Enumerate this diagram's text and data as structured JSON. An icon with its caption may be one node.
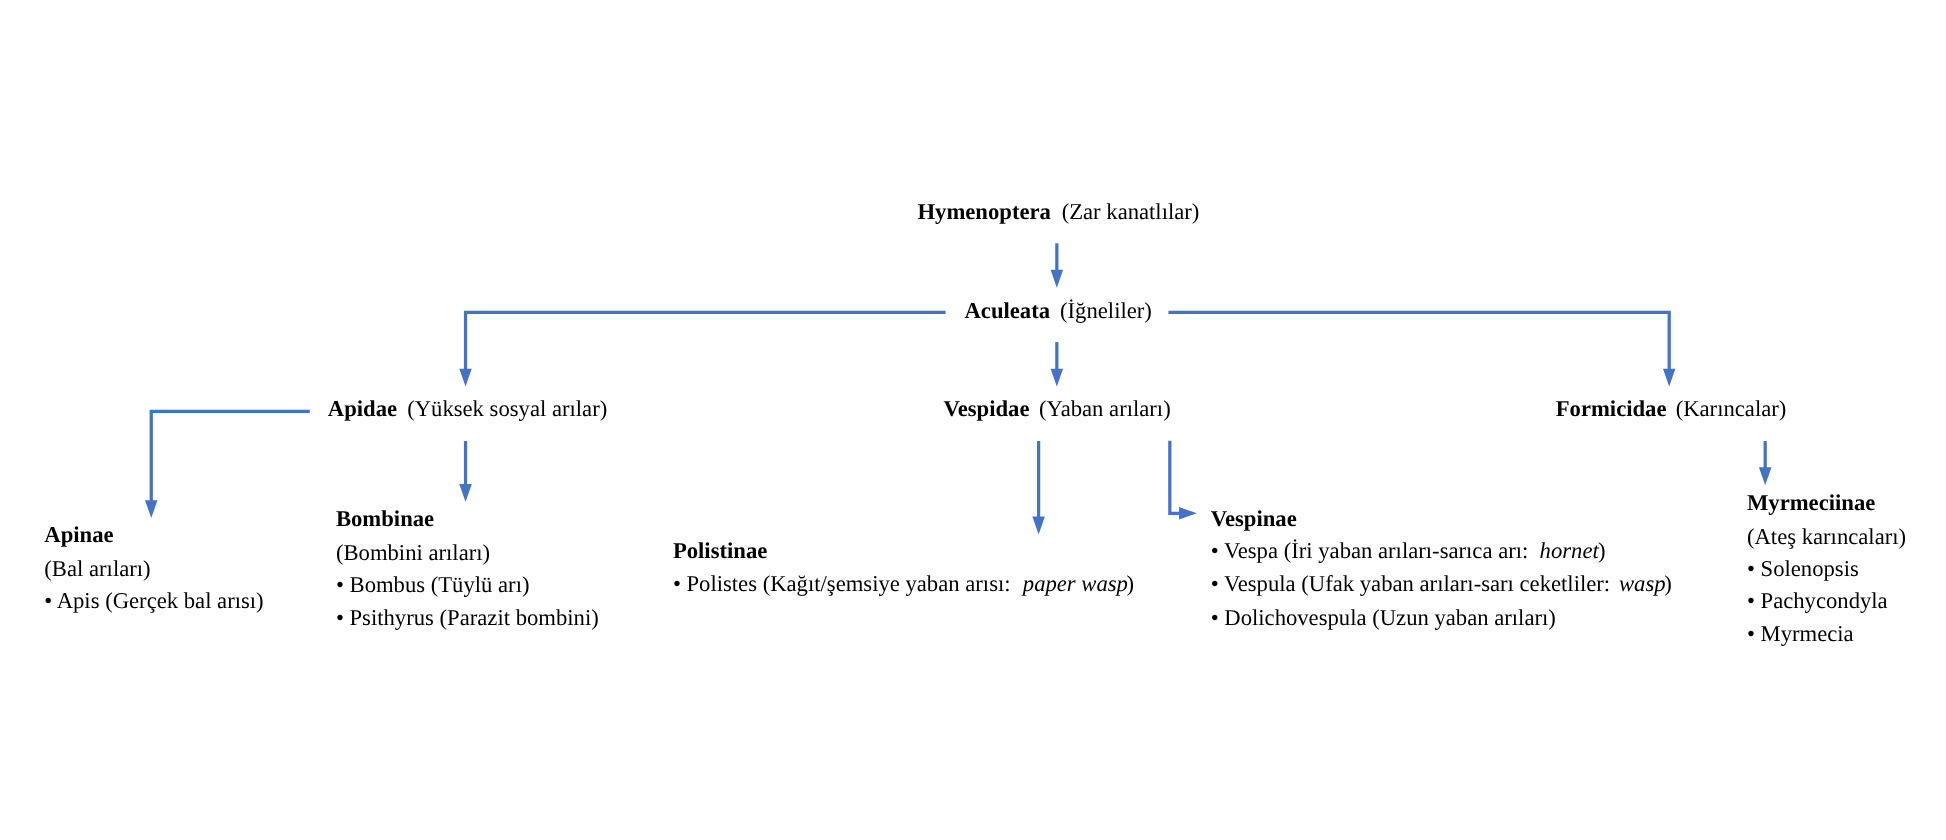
{
  "diagram": {
    "nodes": [
      {
        "text": [
          "**Hymenoptera** (Zar kanatlılar)"
        ]
      },
      {
        "text": [
          "**Aculeata** (İğneliler)"
        ]
      },
      {
        "text": [
          "**Apidae** (Yüksek sosyal arılar)"
        ]
      },
      {
        "text": [
          "**Vespidae** (Yaban arıları)"
        ]
      },
      {
        "text": [
          "**Formicidae** (Karıncalar)"
        ]
      },
      {
        "text": [
          "**Apinae**",
          "(Bal arıları)",
          "• Apis (Gerçek bal arısı)"
        ]
      },
      {
        "text": [
          "**Bombinae**",
          "(Bombini arıları)",
          "• Bombus (Tüylü arı)",
          "• Psithyrus (Parazit bombini)"
        ]
      },
      {
        "text": [
          "**Polistinae**",
          "• Polistes (Kağıt/şemsiye yaban arısı: *paper wasp*)"
        ]
      },
      {
        "text": [
          "**Vespinae**",
          "• Vespa (İri yaban arıları-sarıca arı: *hornet*)",
          "• Vespula (Ufak yaban arıları-sarı ceketliler: *wasp*)",
          "• Dolichovespula (Uzun yaban arıları)"
        ]
      },
      {
        "text": [
          "**Myrmeciinae**",
          "(Ateş karıncaları)",
          "• Solenopsis",
          "• Pachycondyla",
          "• Myrmecia"
        ]
      }
    ],
    "edges": [
      {
        "from": 0,
        "to": 1,
        "arrow": "to"
      },
      {
        "from": 1,
        "to": 2,
        "arrow": "to"
      },
      {
        "from": 1,
        "to": 3,
        "arrow": "to"
      },
      {
        "from": 1,
        "to": 4,
        "arrow": "to"
      },
      {
        "from": 2,
        "to": 5,
        "arrow": "to"
      },
      {
        "from": 2,
        "to": 6,
        "arrow": "to"
      },
      {
        "from": 3,
        "to": 7,
        "arrow": "to"
      },
      {
        "from": 3,
        "to": 8,
        "arrow": "to"
      },
      {
        "from": 4,
        "to": 9,
        "arrow": "to"
      }
    ]
  }
}
